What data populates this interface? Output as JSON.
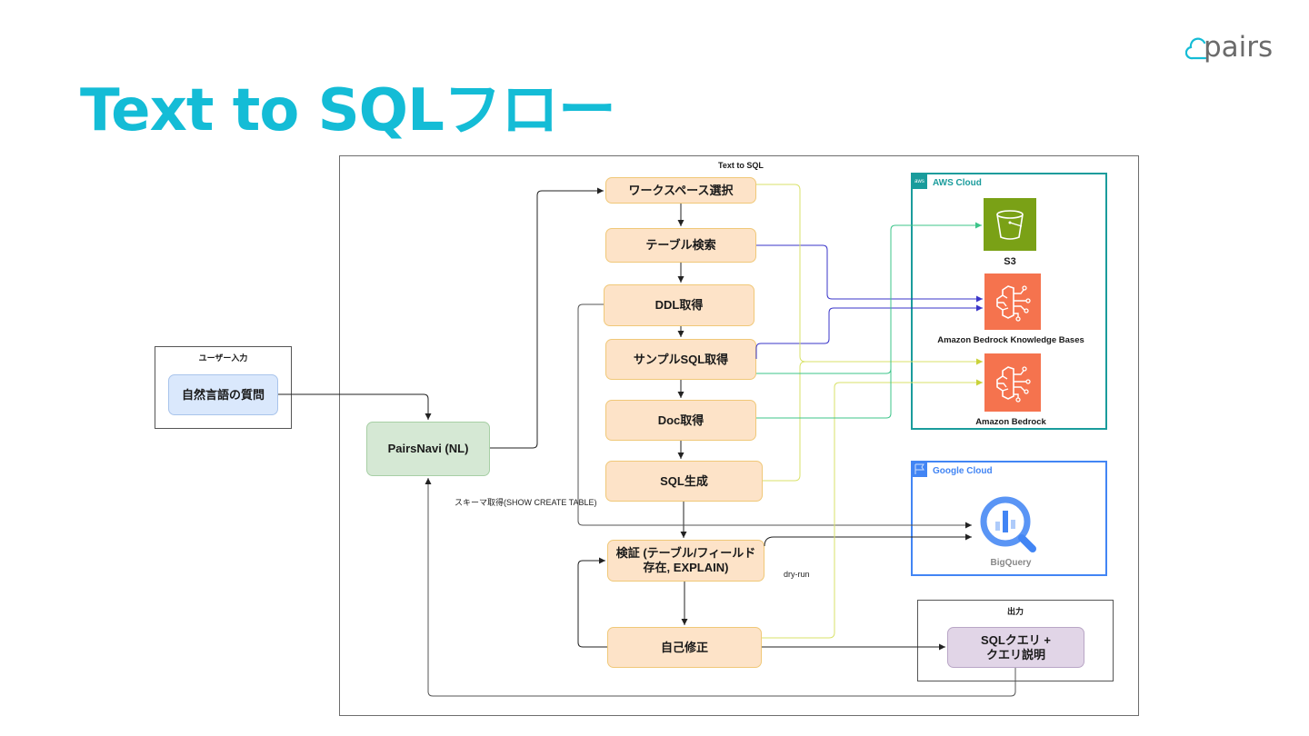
{
  "slide": {
    "title": "Text to SQLフロー",
    "logo_text": "pairs",
    "brand_color": "#14bcd6"
  },
  "diagram": {
    "frame_label": "Text to SQL",
    "user_input": {
      "group_label": "ユーザー入力",
      "node": "自然言語の質問"
    },
    "pairsnavi": "PairsNavi (NL)",
    "steps": [
      {
        "id": "workspace",
        "label": "ワークスペース選択"
      },
      {
        "id": "table_search",
        "label": "テーブル検索"
      },
      {
        "id": "ddl",
        "label": "DDL取得"
      },
      {
        "id": "sample_sql",
        "label": "サンプルSQL取得"
      },
      {
        "id": "doc",
        "label": "Doc取得"
      },
      {
        "id": "sql_gen",
        "label": "SQL生成"
      },
      {
        "id": "verify",
        "label": "検証 (テーブル/フィールド 存在, EXPLAIN)"
      },
      {
        "id": "self_fix",
        "label": "自己修正"
      }
    ],
    "output": {
      "group_label": "出力",
      "node_line1": "SQLクエリ +",
      "node_line2": "クエリ説明"
    },
    "aws": {
      "label": "AWS Cloud",
      "icon": "aws-logo-icon",
      "services": [
        {
          "id": "s3",
          "label": "S3",
          "icon": "s3-bucket-icon",
          "color": "#7aa116"
        },
        {
          "id": "bedrock_kb",
          "label": "Amazon Bedrock Knowledge Bases",
          "icon": "bedrock-brain-icon",
          "color": "#f5734e"
        },
        {
          "id": "bedrock",
          "label": "Amazon Bedrock",
          "icon": "bedrock-brain-icon",
          "color": "#f5734e"
        }
      ],
      "border_color": "#1a9c9c"
    },
    "gcp": {
      "label": "Google Cloud",
      "icon": "gcp-flag-icon",
      "services": [
        {
          "id": "bigquery",
          "label": "BigQuery",
          "icon": "bigquery-icon",
          "color": "#4285f4"
        }
      ],
      "border_color": "#4285f4"
    },
    "edge_labels": {
      "schema": "スキーマ取得(SHOW CREATE TABLE)",
      "dry_run": "dry-run"
    },
    "edge_colors": {
      "flow": "#222222",
      "knowledge_base": "#3a35c9",
      "bedrock": "#d9e26a",
      "s3": "#3cc48a"
    }
  }
}
